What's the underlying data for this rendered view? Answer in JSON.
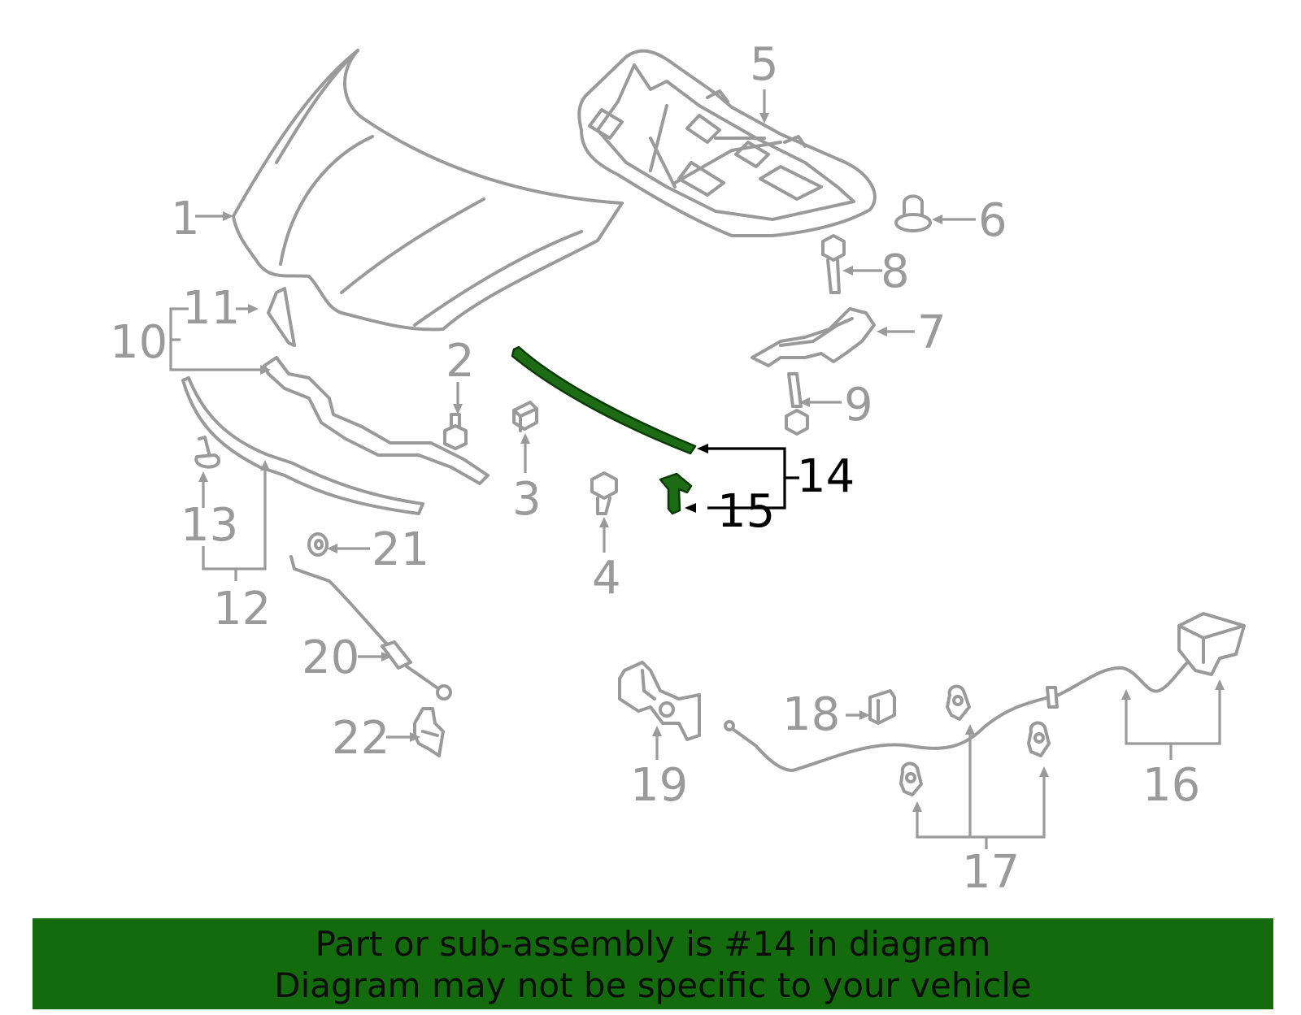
{
  "callouts": [
    {
      "id": "1",
      "label": "1"
    },
    {
      "id": "2",
      "label": "2"
    },
    {
      "id": "3",
      "label": "3"
    },
    {
      "id": "4",
      "label": "4"
    },
    {
      "id": "5",
      "label": "5"
    },
    {
      "id": "6",
      "label": "6"
    },
    {
      "id": "7",
      "label": "7"
    },
    {
      "id": "8",
      "label": "8"
    },
    {
      "id": "9",
      "label": "9"
    },
    {
      "id": "10",
      "label": "10"
    },
    {
      "id": "11",
      "label": "11"
    },
    {
      "id": "12",
      "label": "12"
    },
    {
      "id": "13",
      "label": "13"
    },
    {
      "id": "14",
      "label": "14"
    },
    {
      "id": "15",
      "label": "15"
    },
    {
      "id": "16",
      "label": "16"
    },
    {
      "id": "17",
      "label": "17"
    },
    {
      "id": "18",
      "label": "18"
    },
    {
      "id": "19",
      "label": "19"
    },
    {
      "id": "20",
      "label": "20"
    },
    {
      "id": "21",
      "label": "21"
    },
    {
      "id": "22",
      "label": "22"
    }
  ],
  "highlighted_part": "14",
  "colors": {
    "highlight": "#1d6b14",
    "banner": "#136b0e",
    "parts": "#9a9a9a"
  },
  "banner": {
    "line1": "Part or sub-assembly is #14 in diagram",
    "line2": "Diagram may not be specific to your vehicle"
  }
}
